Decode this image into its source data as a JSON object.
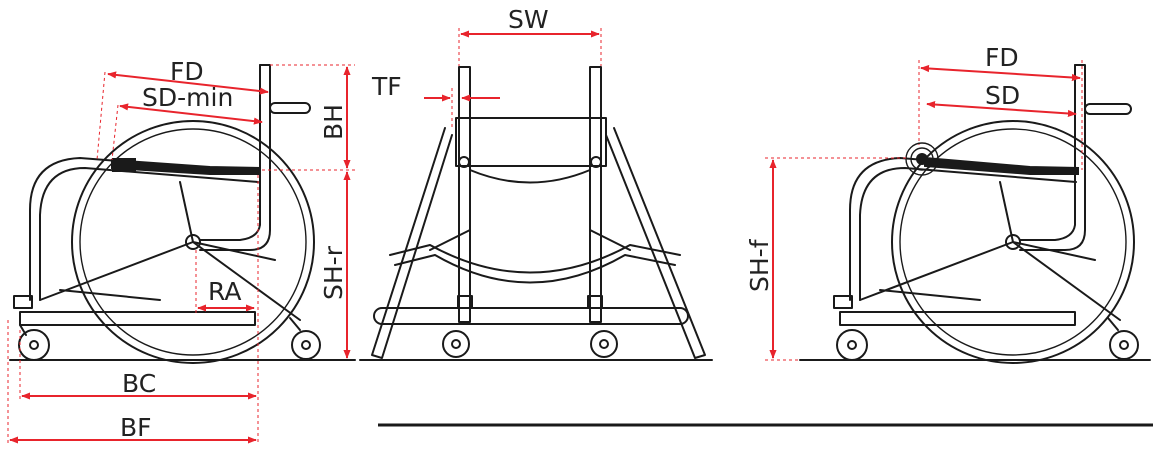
{
  "colors": {
    "dimension": "#e8242c",
    "line": "#1a1a1a",
    "text": "#222222",
    "background": "#ffffff"
  },
  "labels": {
    "fd": "FD",
    "sd_min": "SD-min",
    "bh": "BH",
    "sh_r": "SH-r",
    "ra": "RA",
    "bc": "BC",
    "bf": "BF",
    "tf": "TF",
    "sw": "SW",
    "fd2": "FD",
    "sd": "SD",
    "sh_f": "SH-f"
  }
}
